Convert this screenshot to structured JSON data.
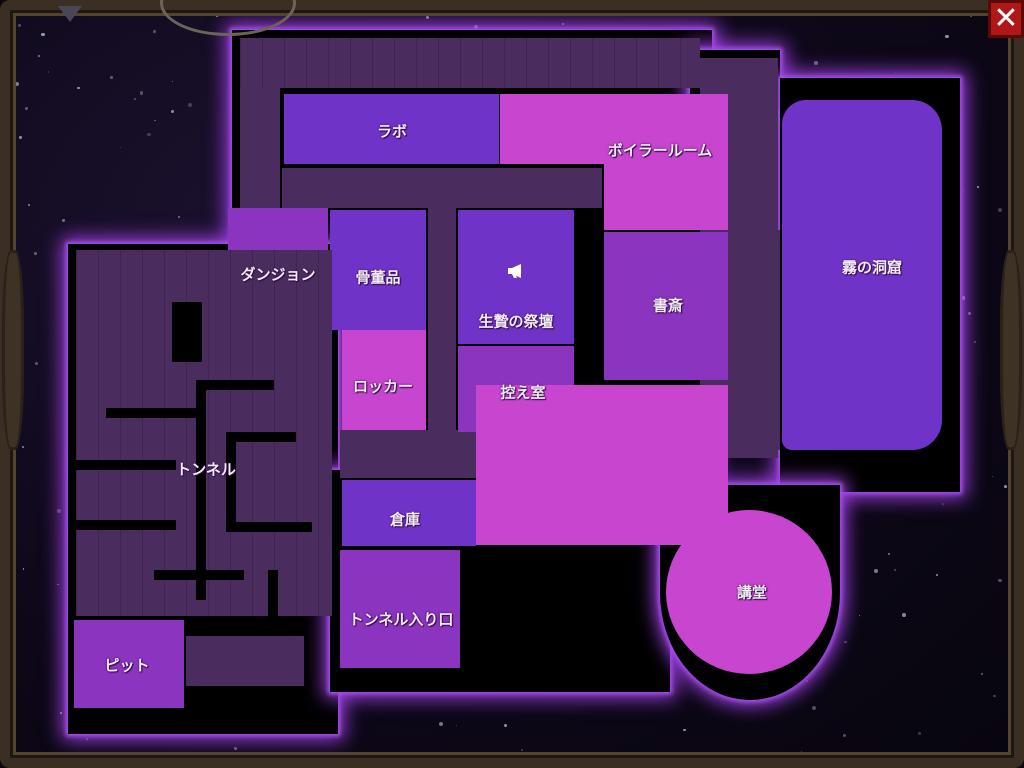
{
  "map": {
    "colors": {
      "space": "#0d0818",
      "glow": "#9b3fe0",
      "corridor": "#4a2d5e",
      "violet": "#7033c8",
      "purple": "#8a34c0",
      "magenta": "#c845d0",
      "frame": "#3a2f22",
      "close": "#b01818"
    },
    "close_button": {
      "icon": "close-x-icon",
      "glyph": "✕"
    },
    "current_location_marker": {
      "icon": "megaphone-icon",
      "glyph": "📢",
      "room": "生贄の祭壇"
    },
    "rooms": [
      {
        "id": "lab",
        "label": "ラボ"
      },
      {
        "id": "boiler",
        "label": "ボイラールーム"
      },
      {
        "id": "dungeon",
        "label": "ダンジョン"
      },
      {
        "id": "antiques",
        "label": "骨董品"
      },
      {
        "id": "altar",
        "label": "生贄の祭壇"
      },
      {
        "id": "study",
        "label": "書斎"
      },
      {
        "id": "fog-cave",
        "label": "霧の洞窟"
      },
      {
        "id": "locker",
        "label": "ロッカー"
      },
      {
        "id": "waiting-room",
        "label": "控え室"
      },
      {
        "id": "tunnel",
        "label": "トンネル"
      },
      {
        "id": "storage",
        "label": "倉庫"
      },
      {
        "id": "tunnel-entrance",
        "label": "トンネル入り口"
      },
      {
        "id": "auditorium",
        "label": "講堂"
      },
      {
        "id": "pit",
        "label": "ピット"
      }
    ]
  }
}
